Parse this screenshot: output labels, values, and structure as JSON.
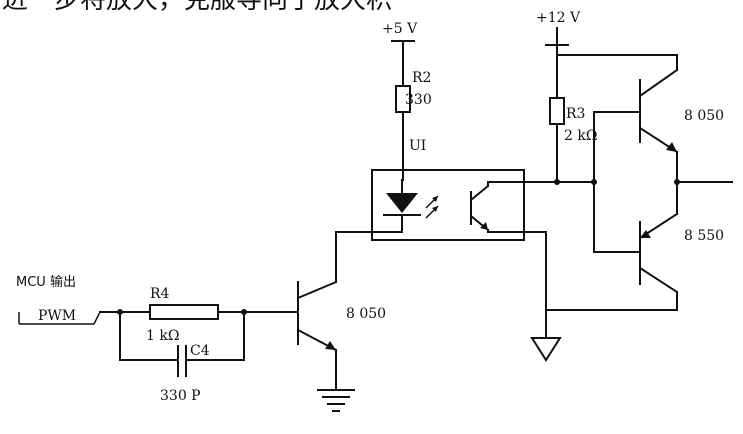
{
  "diagram": {
    "header_fragment": "进一步将放大，克服导向于放大积",
    "supply_5v": "+5 V",
    "supply_12v": "+12 V",
    "r2": {
      "name": "R2",
      "value": "330"
    },
    "r3": {
      "name": "R3",
      "value": "2 kΩ"
    },
    "r4": {
      "name": "R4",
      "value": "1 kΩ"
    },
    "c4": {
      "name": "C4",
      "value": "330 P"
    },
    "optocoupler": "UI",
    "q_driver": "8 050",
    "q_upper": "8 050",
    "q_lower": "8 550",
    "input_label": "MCU 输出",
    "input_signal": "PWM"
  }
}
